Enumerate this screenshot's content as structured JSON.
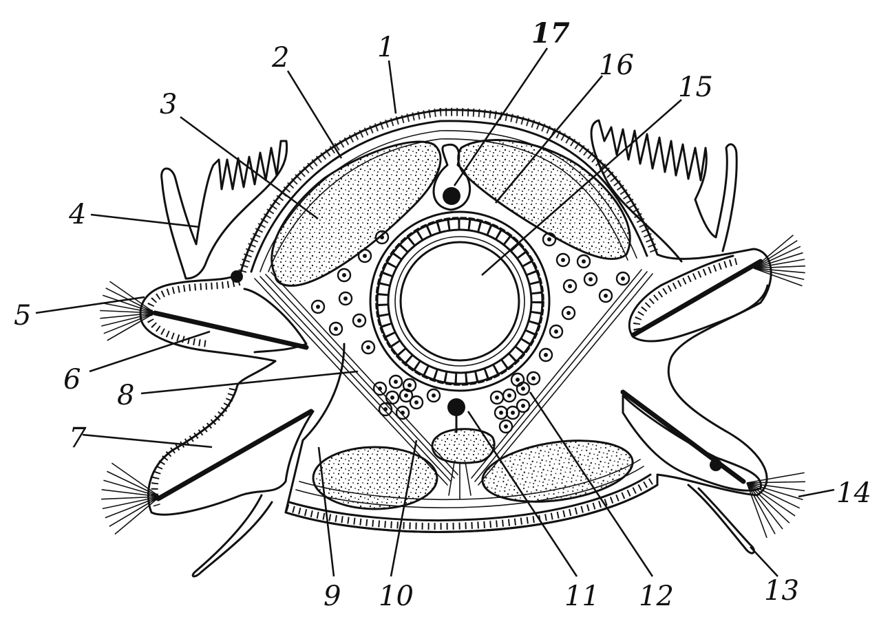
{
  "figure": {
    "colors": {
      "ink": "#111111",
      "paper": "#ffffff"
    },
    "labels": [
      {
        "id": "l1",
        "text": "1",
        "bold": false
      },
      {
        "id": "l2",
        "text": "2",
        "bold": false
      },
      {
        "id": "l3",
        "text": "3",
        "bold": false
      },
      {
        "id": "l4",
        "text": "4",
        "bold": false
      },
      {
        "id": "l5",
        "text": "5",
        "bold": false
      },
      {
        "id": "l6",
        "text": "6",
        "bold": false
      },
      {
        "id": "l7",
        "text": "7",
        "bold": false
      },
      {
        "id": "l8",
        "text": "8",
        "bold": false
      },
      {
        "id": "l9",
        "text": "9",
        "bold": false
      },
      {
        "id": "l10",
        "text": "10",
        "bold": false
      },
      {
        "id": "l11",
        "text": "11",
        "bold": false
      },
      {
        "id": "l12",
        "text": "12",
        "bold": false
      },
      {
        "id": "l13",
        "text": "13",
        "bold": false
      },
      {
        "id": "l14",
        "text": "14",
        "bold": false
      },
      {
        "id": "l15",
        "text": "15",
        "bold": false
      },
      {
        "id": "l16",
        "text": "16",
        "bold": false
      },
      {
        "id": "l17",
        "text": "17",
        "bold": true
      }
    ]
  }
}
